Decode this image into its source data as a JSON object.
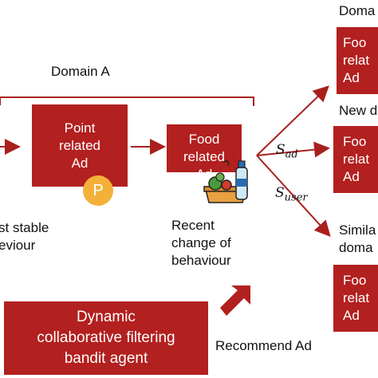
{
  "domain_a_label": "Domain A",
  "point_box": "Point\nrelated\nAd",
  "food_box": "Food\nrelated\nAd",
  "point_icon_letter": "P",
  "stable_label": "st stable\neviour",
  "recent_label": "Recent\nchange of\nbehaviour",
  "s_ad": "S",
  "s_ad_sub": "ad",
  "s_user": "S",
  "s_user_sub": "user",
  "agent_box": "Dynamic\ncollaborative filtering\nbandit agent",
  "recommend_label": "Recommend Ad",
  "right_top_label": "Doma",
  "right_top_box": "Foo\nrelat\nAd",
  "right_mid_label": "New d",
  "right_mid_box": "Foo\nrelat\nAd",
  "right_bot_label": "Simila\ndoma",
  "right_bot_box": "Foo\nrelat\nAd",
  "colors": {
    "box": "#b2201f",
    "arrow": "#a8201e",
    "point_icon": "#f3b13a"
  }
}
